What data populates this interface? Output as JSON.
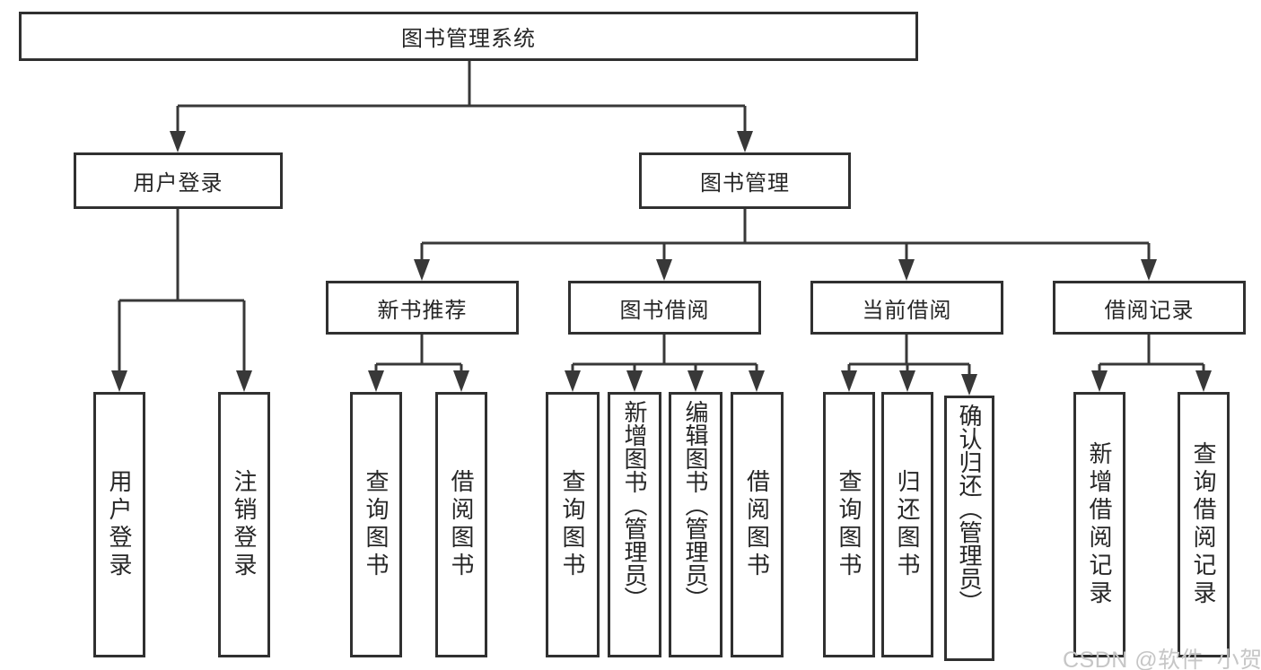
{
  "tree": {
    "root": {
      "label": "图书管理系统"
    },
    "branches": [
      {
        "label": "用户登录",
        "children": [
          {
            "label": "用户登录"
          },
          {
            "label": "注销登录"
          }
        ]
      },
      {
        "label": "图书管理",
        "children": [
          {
            "label": "新书推荐",
            "children": [
              {
                "label": "查询图书"
              },
              {
                "label": "借阅图书"
              }
            ]
          },
          {
            "label": "图书借阅",
            "children": [
              {
                "label": "查询图书"
              },
              {
                "label": "新增图书（管理员）"
              },
              {
                "label": "编辑图书（管理员）"
              },
              {
                "label": "借阅图书"
              }
            ]
          },
          {
            "label": "当前借阅",
            "children": [
              {
                "label": "查询图书"
              },
              {
                "label": "归还图书"
              },
              {
                "label": "确认归还（管理员）"
              }
            ]
          },
          {
            "label": "借阅记录",
            "children": [
              {
                "label": "新增借阅记录"
              },
              {
                "label": "查询借阅记录"
              }
            ]
          }
        ]
      }
    ]
  },
  "watermark": "CSDN @软件_小贺同学",
  "colors": {
    "line": "#383838",
    "box_border": "#303030",
    "text": "#262626",
    "watermark": "#c6c6c6",
    "background": "#ffffff"
  }
}
